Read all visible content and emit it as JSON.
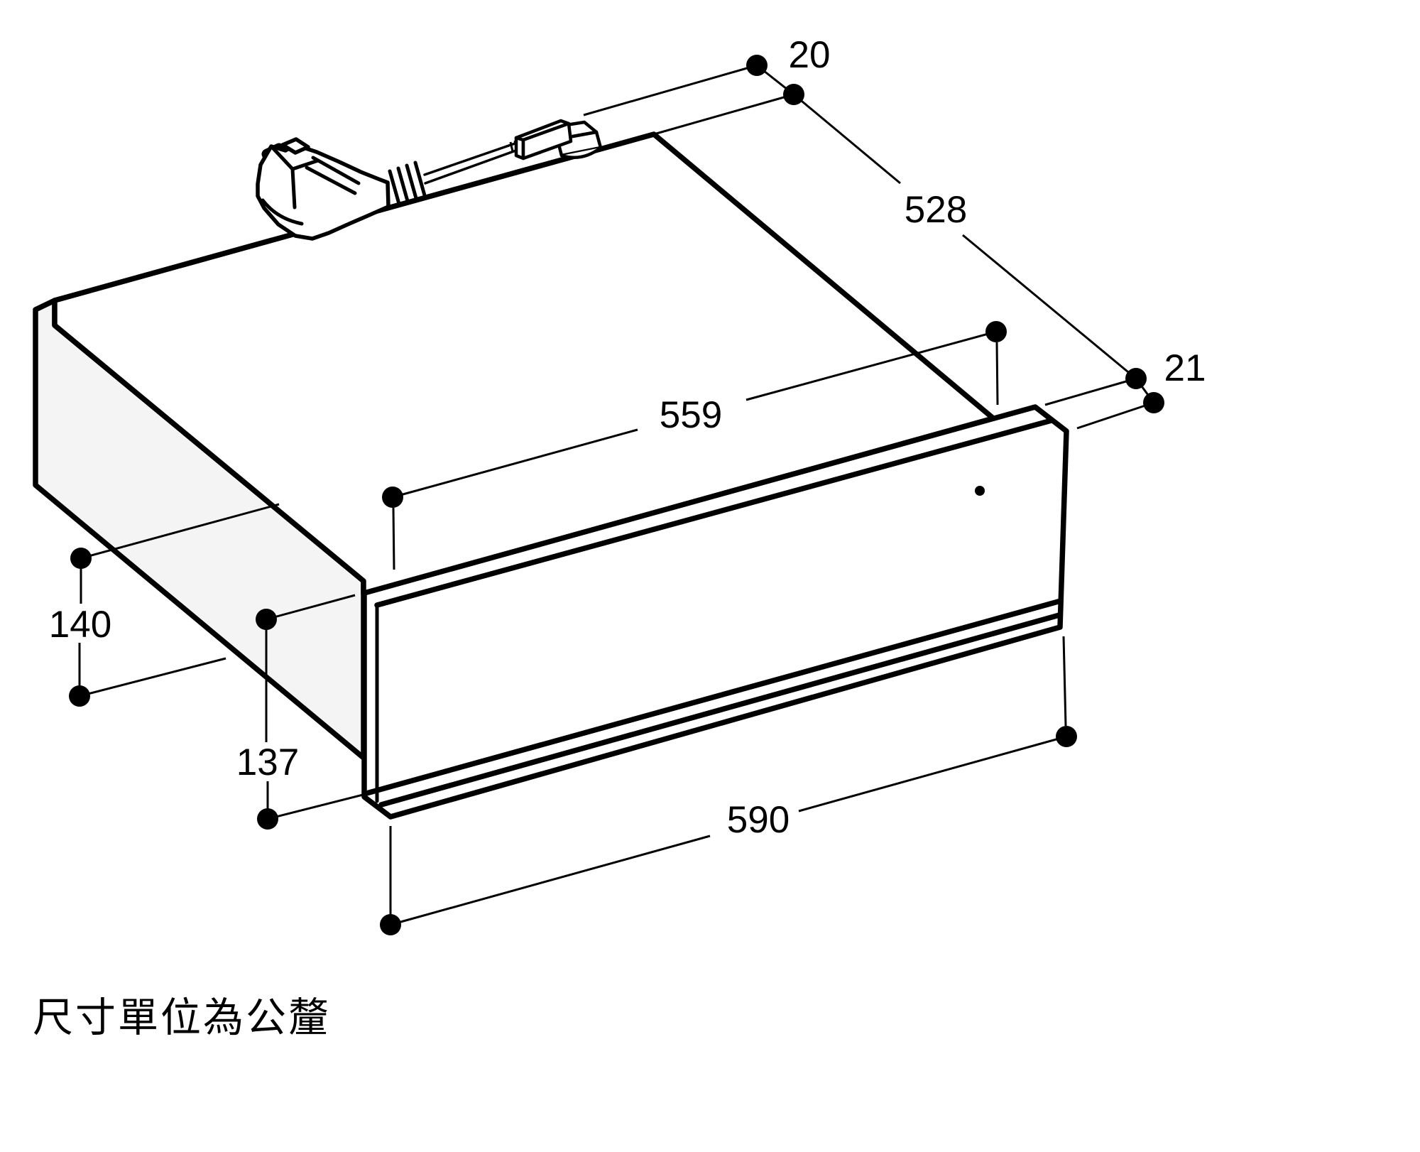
{
  "diagram": {
    "caption": "尺寸單位為公釐",
    "colors": {
      "background": "#ffffff",
      "line": "#000000",
      "side_face_fill": "#f4f4f4"
    },
    "dimensions": {
      "rear_clearance": "20",
      "body_depth": "528",
      "panel_thickness": "21",
      "body_width": "559",
      "body_height": "140",
      "panel_height": "137",
      "panel_width": "590"
    }
  }
}
